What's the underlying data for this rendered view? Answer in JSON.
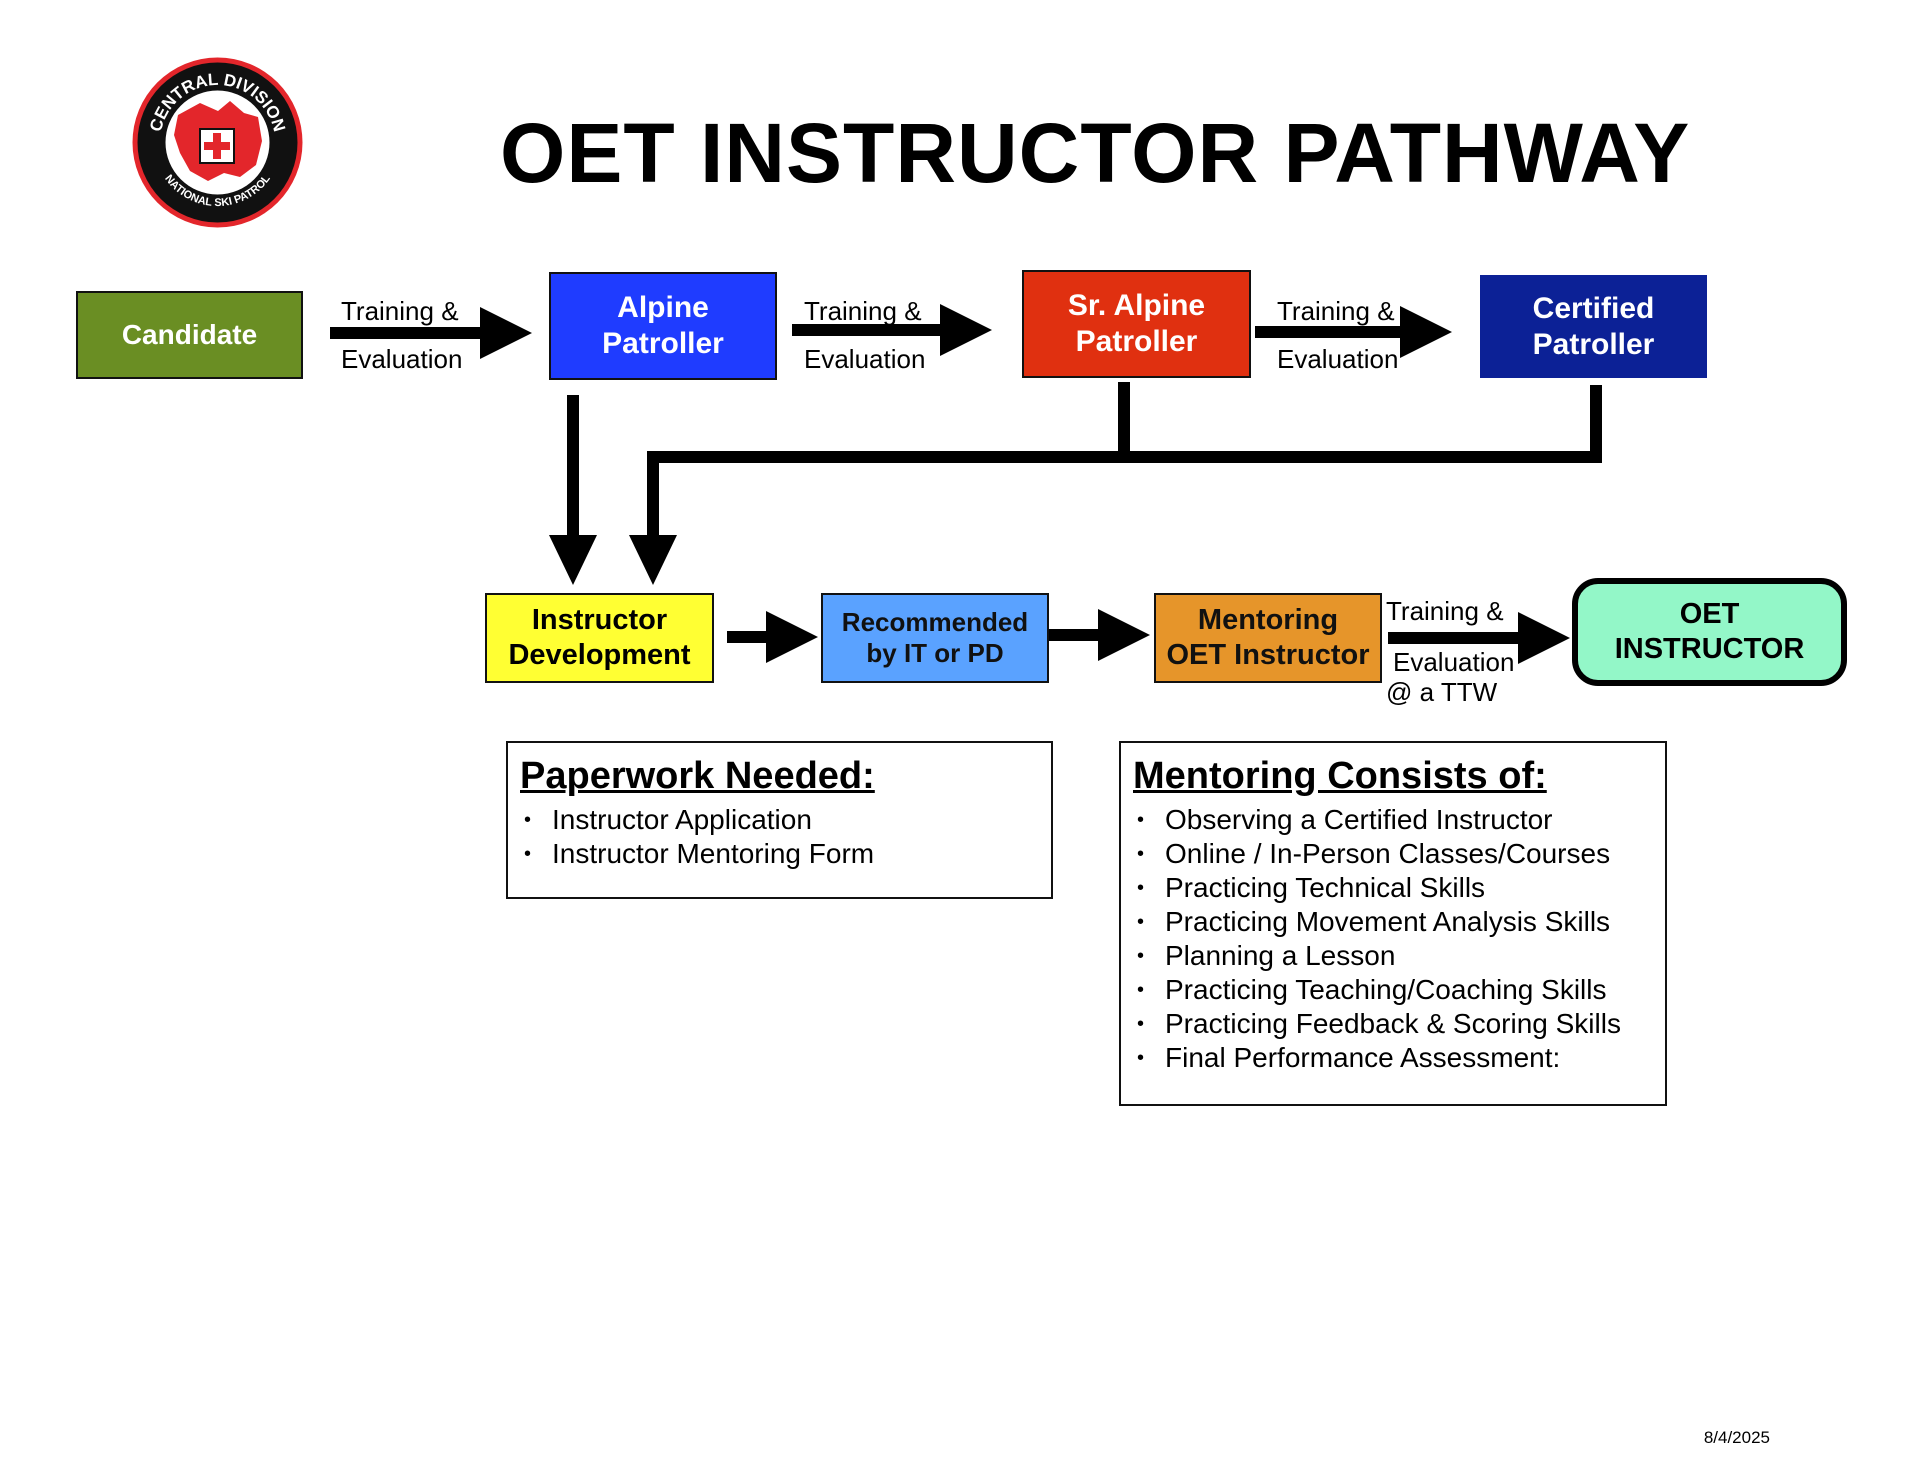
{
  "title": "OET INSTRUCTOR PATHWAY",
  "logo": {
    "top_text": "CENTRAL DIVISION",
    "bottom_text": "NATIONAL SKI PATROL",
    "colors": {
      "ring": "#111111",
      "fill": "#e3262b",
      "cross": "#ffffff"
    }
  },
  "nodes": {
    "candidate": {
      "label": "Candidate",
      "color": "#6a8e23"
    },
    "alpine": {
      "label_line1": "Alpine",
      "label_line2": "Patroller",
      "color": "#1f3cff"
    },
    "sr_alpine": {
      "label_line1": "Sr. Alpine",
      "label_line2": "Patroller",
      "color": "#e03010"
    },
    "certified": {
      "label_line1": "Certified",
      "label_line2": "Patroller",
      "color": "#0c2196"
    },
    "instructor_dev": {
      "label_line1": "Instructor",
      "label_line2": "Development",
      "color": "#ffff33"
    },
    "recommended": {
      "label_line1": "Recommended",
      "label_line2": "by IT or PD",
      "color": "#5aa2ff"
    },
    "mentoring": {
      "label_line1": "Mentoring",
      "label_line2": "OET Instructor",
      "color": "#e6952a"
    },
    "oet_instructor": {
      "label_line1": "OET",
      "label_line2": "INSTRUCTOR",
      "color": "#93f7c8"
    }
  },
  "edge_labels": {
    "e1": {
      "line1": "Training &",
      "line2": "Evaluation"
    },
    "e2": {
      "line1": "Training &",
      "line2": "Evaluation"
    },
    "e3": {
      "line1": "Training &",
      "line2": "Evaluation"
    },
    "e4": {
      "line1": "Training &",
      "line2": "Evaluation",
      "line3": "@ a TTW"
    }
  },
  "paperwork": {
    "heading": "Paperwork Needed:",
    "items": [
      "Instructor Application",
      "Instructor Mentoring Form"
    ]
  },
  "mentoring_list": {
    "heading": "Mentoring Consists of:",
    "items": [
      "Observing a Certified Instructor",
      "Online / In-Person Classes/Courses",
      "Practicing Technical Skills",
      "Practicing Movement Analysis Skills",
      "Planning a Lesson",
      "Practicing Teaching/Coaching Skills",
      "Practicing Feedback & Scoring Skills",
      "Final Performance Assessment:"
    ]
  },
  "date": "8/4/2025"
}
